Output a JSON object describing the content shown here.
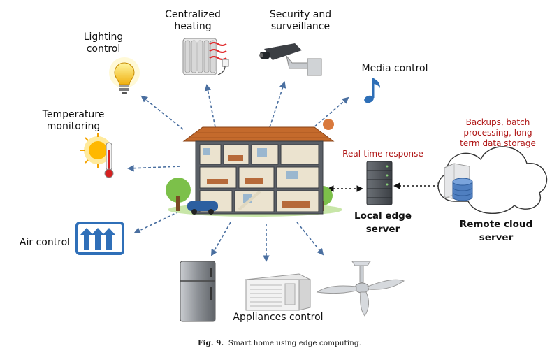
{
  "labels": {
    "heating": "Centralized\nheating",
    "security": "Security and\nsurveillance",
    "lighting": "Lighting\ncontrol",
    "media": "Media control",
    "temperature": "Temperature\nmonitoring",
    "air": "Air control",
    "appliances": "Appliances control",
    "realtime": "Real-time response",
    "cloud_tasks": "Backups, batch\nprocessing, long\nterm data storage",
    "edge_server": "Local edge\nserver",
    "cloud_server": "Remote cloud\nserver"
  },
  "caption": {
    "fig": "Fig. 9.",
    "text": "Smart home using edge computing."
  },
  "colors": {
    "arrow": "#4a6fa0",
    "accent_red": "#b01818",
    "roof": "#c46a2c",
    "house_wall": "#5a5f66",
    "server": "#555a60",
    "db": "#4f7fc0"
  },
  "icons": [
    "light-bulb-icon",
    "radiator-icon",
    "cctv-camera-icon",
    "music-note-icon",
    "thermometer-sun-icon",
    "air-vent-icon",
    "fridge-icon",
    "air-conditioner-icon",
    "ceiling-fan-icon",
    "server-rack-icon",
    "cloud-icon",
    "database-icon"
  ]
}
